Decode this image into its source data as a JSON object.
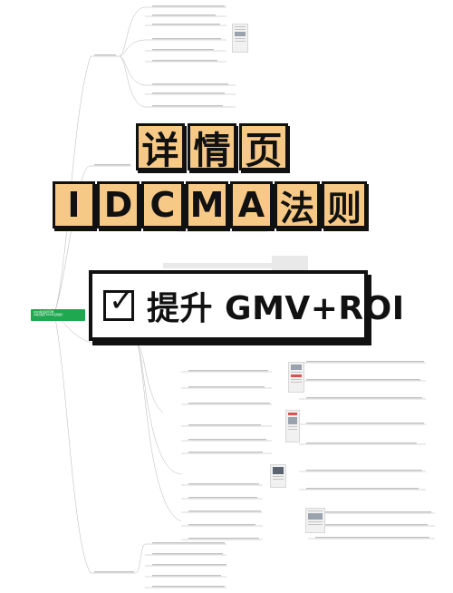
{
  "title": {
    "line1": [
      "详",
      "情",
      "页"
    ],
    "line2": [
      "I",
      "D",
      "C",
      "M",
      "A",
      "法",
      "则"
    ]
  },
  "banner": {
    "check": "☑",
    "text": "提升 GMV+ROI"
  },
  "root": {
    "line1": "2023淘宝运营带教",
    "line2": "详情页规范 IDCMA法则提升"
  },
  "colors": {
    "tile_fill": "#f7c987",
    "outline": "#111111",
    "root_green": "#1fa84f",
    "connector": "#b5b5b5"
  }
}
